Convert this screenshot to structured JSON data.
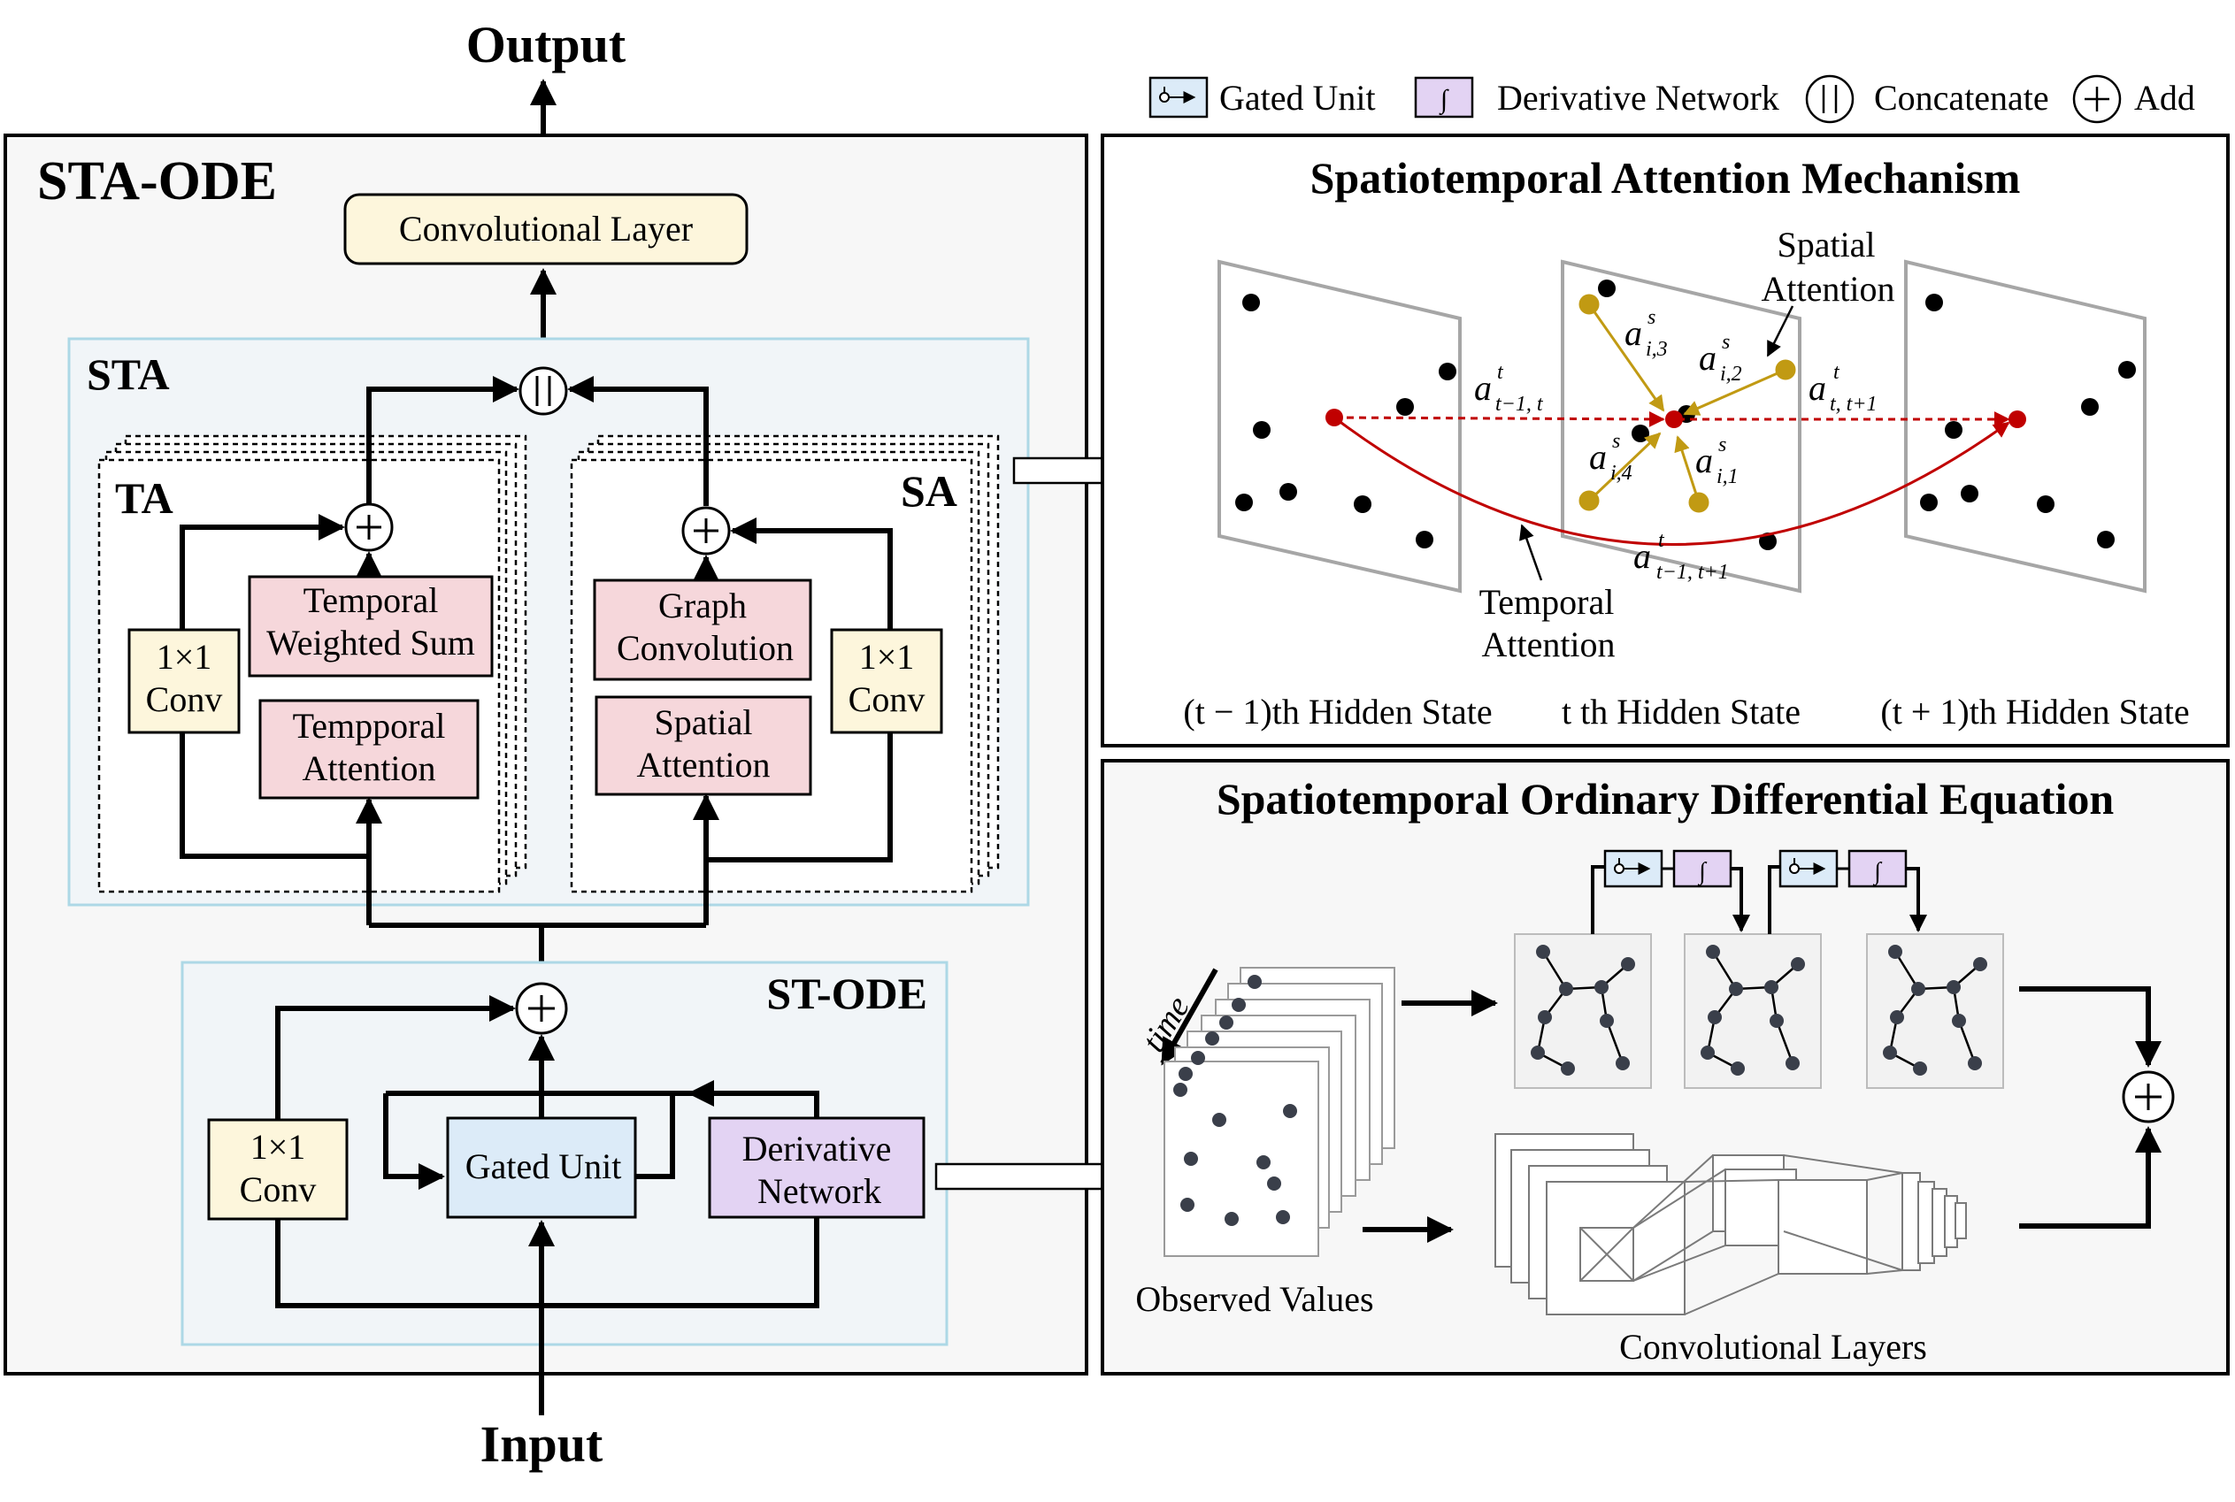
{
  "colors": {
    "yellow_box": "#fdf6dc",
    "pink_box": "#f6d7db",
    "blue_box": "#dcebf8",
    "purple_box": "#e3d3f3",
    "panel_bg": "#f7f7f7",
    "light_blue_frame": "#add8e6",
    "red": "#c00000",
    "gold": "#c19a13",
    "node_gray": "#3a3f4a"
  },
  "labels": {
    "output": "Output",
    "input": "Input",
    "sta_ode": "STA-ODE",
    "conv_layer": "Convolutional Layer",
    "sta": "STA",
    "ta": "TA",
    "sa": "SA",
    "st_ode": "ST-ODE",
    "temporal_weighted_sum_1": "Temporal",
    "temporal_weighted_sum_2": "Weighted Sum",
    "temporal_attention_1": "Tempporal",
    "temporal_attention_2": "Attention",
    "graph_conv_1": "Graph",
    "graph_conv_2": "Convolution",
    "spatial_attention_1": "Spatial",
    "spatial_attention_2": "Attention",
    "conv1x1_1": "1×1",
    "conv1x1_2": "Conv",
    "gated_unit": "Gated Unit",
    "derivative_network_1": "Derivative",
    "derivative_network_2": "Network"
  },
  "legend": {
    "gated_unit": "Gated Unit",
    "derivative_network": "Derivative Network",
    "concatenate": "Concatenate",
    "add": "Add"
  },
  "attention_panel": {
    "title": "Spatiotemporal Attention Mechanism",
    "spatial_attention_1": "Spatial",
    "spatial_attention_2": "Attention",
    "temporal_attention_1": "Temporal",
    "temporal_attention_2": "Attention",
    "hidden_prev": "(t − 1)th Hidden State",
    "hidden_curr": "t th Hidden State",
    "hidden_next": "(t + 1)th Hidden State",
    "a_base": "a",
    "sup_t": "t",
    "sup_s": "s",
    "sub_prev_curr": "t−1,  t",
    "sub_curr_next": "t,  t+1",
    "sub_prev_next": "t−1,  t+1",
    "sub_i3": "i,3",
    "sub_i2": "i,2",
    "sub_i4": "i,4",
    "sub_i1": "i,1"
  },
  "ode_panel": {
    "title": "Spatiotemporal Ordinary Differential Equation",
    "time": "time",
    "observed_values": "Observed Values",
    "convolutional_layers": "Convolutional Layers"
  }
}
